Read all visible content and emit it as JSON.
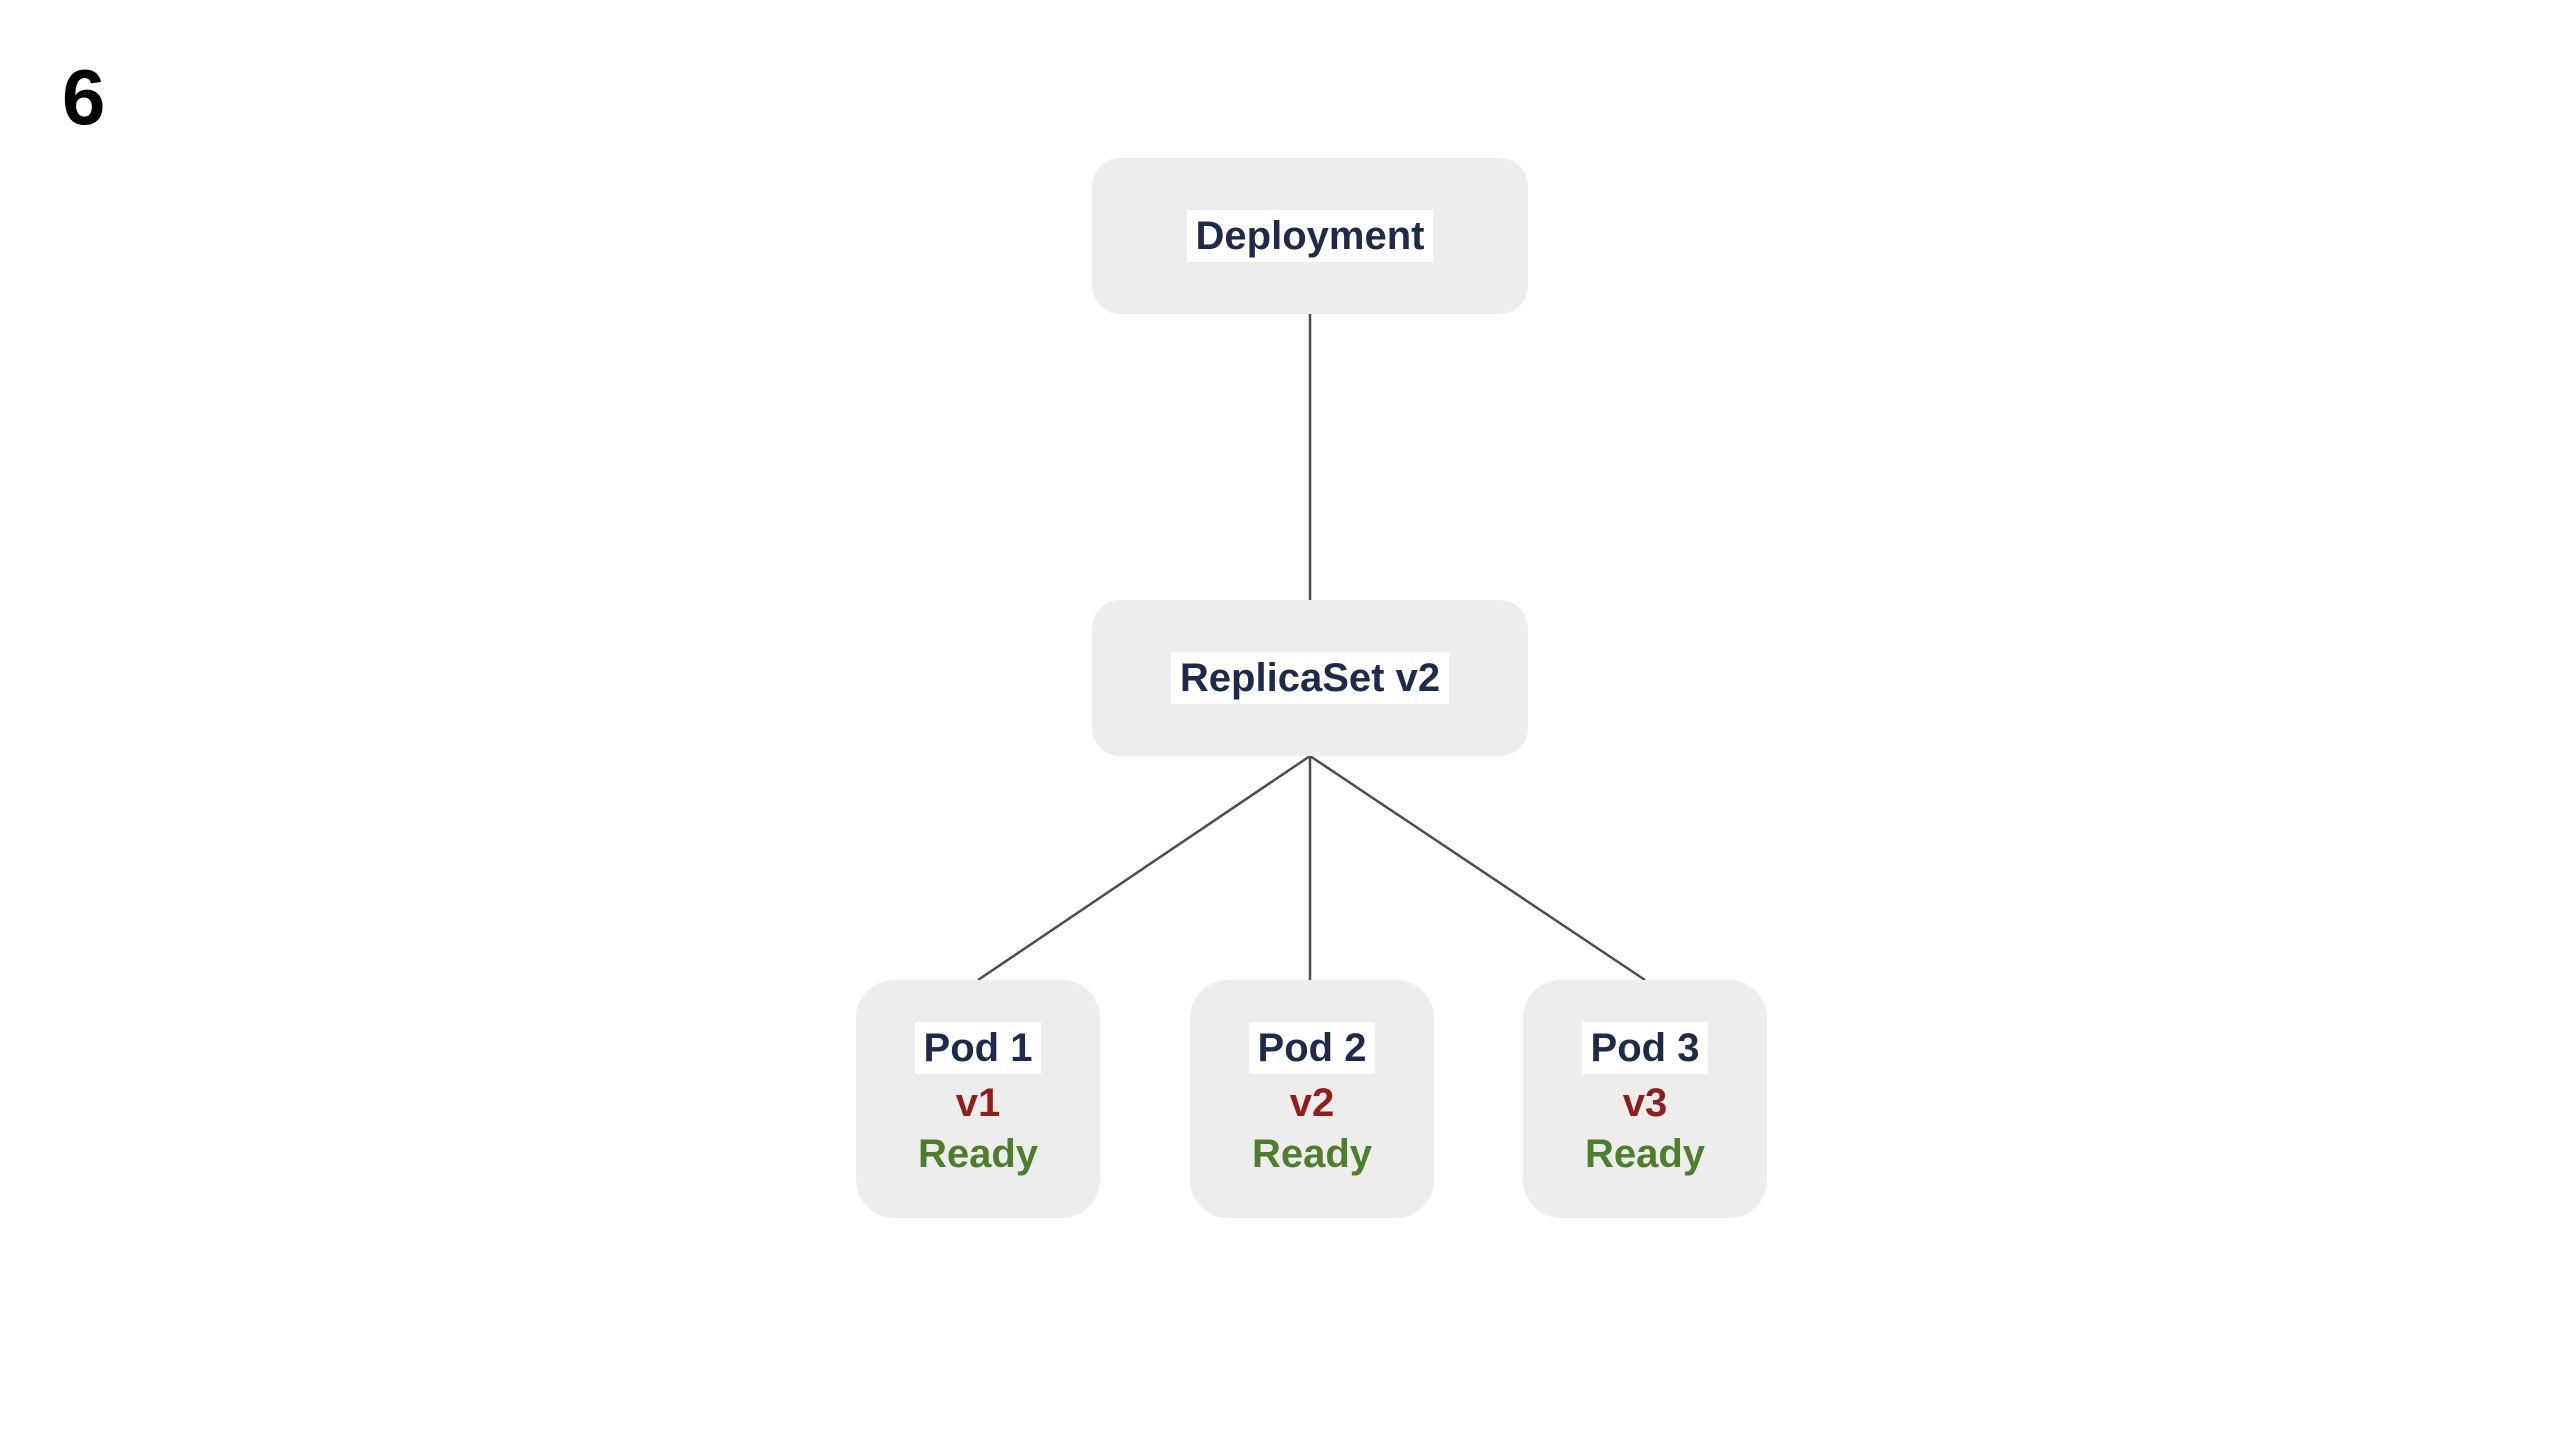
{
  "slide": {
    "number": "6"
  },
  "colors": {
    "background": "#ffffff",
    "node_fill": "#ededed",
    "label_bg": "#ffffff",
    "title_text": "#1f2a4a",
    "version_text": "#8f1f1c",
    "status_text": "#4c7e2c",
    "edge": "#4d4d4d",
    "slide_number": "#000000"
  },
  "diagram": {
    "type": "tree",
    "deployment": {
      "label": "Deployment"
    },
    "replicaset": {
      "label": "ReplicaSet v2"
    },
    "pods": [
      {
        "name": "Pod 1",
        "version": "v1",
        "status": "Ready"
      },
      {
        "name": "Pod 2",
        "version": "v2",
        "status": "Ready"
      },
      {
        "name": "Pod 3",
        "version": "v3",
        "status": "Ready"
      }
    ],
    "edges": [
      {
        "from": "Deployment",
        "to": "ReplicaSet v2"
      },
      {
        "from": "ReplicaSet v2",
        "to": "Pod 1"
      },
      {
        "from": "ReplicaSet v2",
        "to": "Pod 2"
      },
      {
        "from": "ReplicaSet v2",
        "to": "Pod 3"
      }
    ]
  }
}
